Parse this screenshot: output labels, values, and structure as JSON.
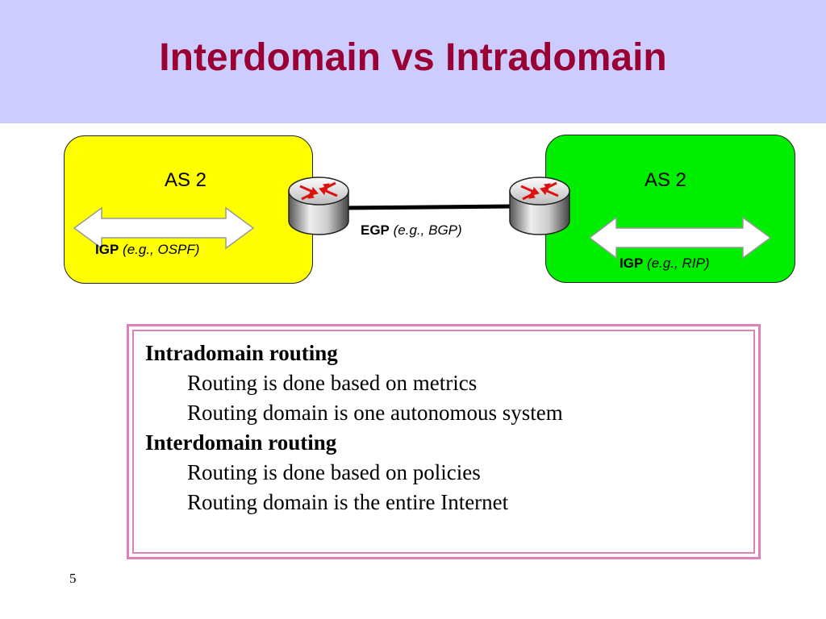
{
  "slide": {
    "title": "Interdomain vs Intradomain",
    "page_number": "5"
  },
  "diagram": {
    "left_as": {
      "label": "AS 2",
      "fill": "#ffff00",
      "protocol_name": "IGP",
      "protocol_example": "(e.g., OSPF)"
    },
    "right_as": {
      "label": "AS 2",
      "fill": "#00ee00",
      "protocol_name": "IGP",
      "protocol_example": "(e.g., RIP)"
    },
    "link": {
      "protocol_name": "EGP",
      "protocol_example": "(e.g., BGP)"
    },
    "icons": [
      "router-icon",
      "router-icon",
      "double-arrow-icon",
      "double-arrow-icon"
    ]
  },
  "info": {
    "border_color": "#e080b8",
    "sections": [
      {
        "heading": "Intradomain routing",
        "lines": [
          "Routing is done based on metrics",
          "Routing domain is one autonomous system"
        ]
      },
      {
        "heading": "Interdomain routing",
        "lines": [
          "Routing is done based on policies",
          "Routing domain is the entire Internet"
        ]
      }
    ]
  },
  "colors": {
    "title_band": "#ccccff",
    "title_text": "#990033"
  }
}
